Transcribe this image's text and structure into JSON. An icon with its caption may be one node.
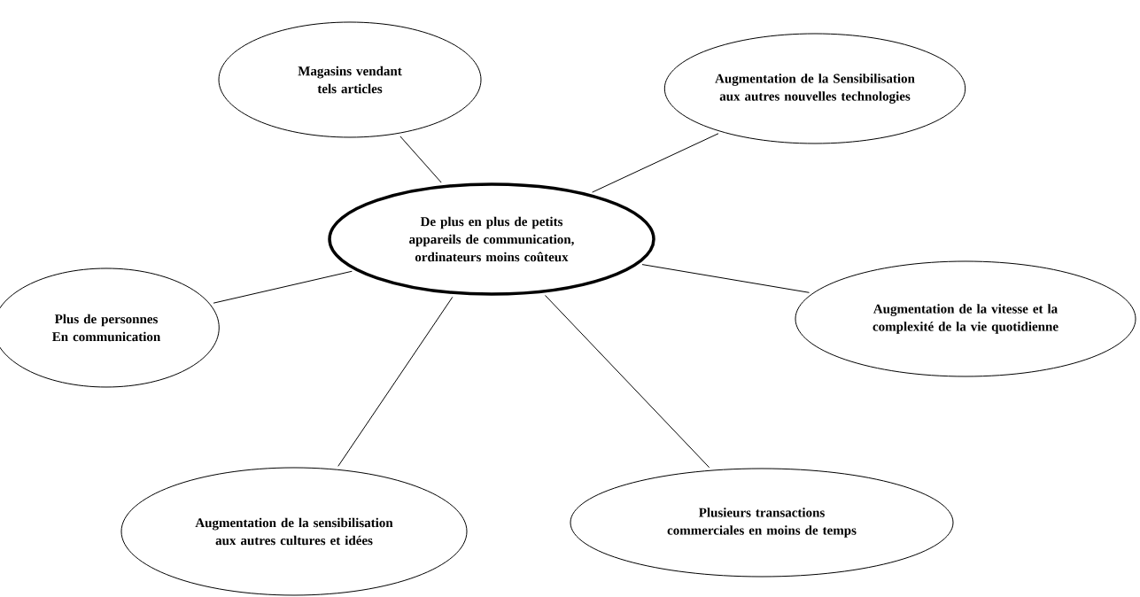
{
  "diagram": {
    "nodes": [
      {
        "text": [
          "De plus en plus de petits appareils de communication, ordinateurs moins coûteux"
        ]
      },
      {
        "text": [
          "Magasins vendant tels articles"
        ]
      },
      {
        "text": [
          "Augmentation de la Sensibilisation aux autres nouvelles technologies"
        ]
      },
      {
        "text": [
          "Plus de personnes En communication"
        ]
      },
      {
        "text": [
          "Augmentation de la vitesse et la complexité de la vie quotidienne"
        ]
      },
      {
        "text": [
          "Augmentation de la sensibilisation aux autres cultures et idées"
        ]
      },
      {
        "text": [
          "Plusieurs transactions commerciales en moins de temps"
        ]
      }
    ],
    "edges": [
      {
        "from": 0,
        "to": 1,
        "arrow": "none"
      },
      {
        "from": 0,
        "to": 2,
        "arrow": "none"
      },
      {
        "from": 0,
        "to": 3,
        "arrow": "none"
      },
      {
        "from": 0,
        "to": 4,
        "arrow": "none"
      },
      {
        "from": 0,
        "to": 5,
        "arrow": "none"
      },
      {
        "from": 0,
        "to": 6,
        "arrow": "none"
      }
    ]
  }
}
